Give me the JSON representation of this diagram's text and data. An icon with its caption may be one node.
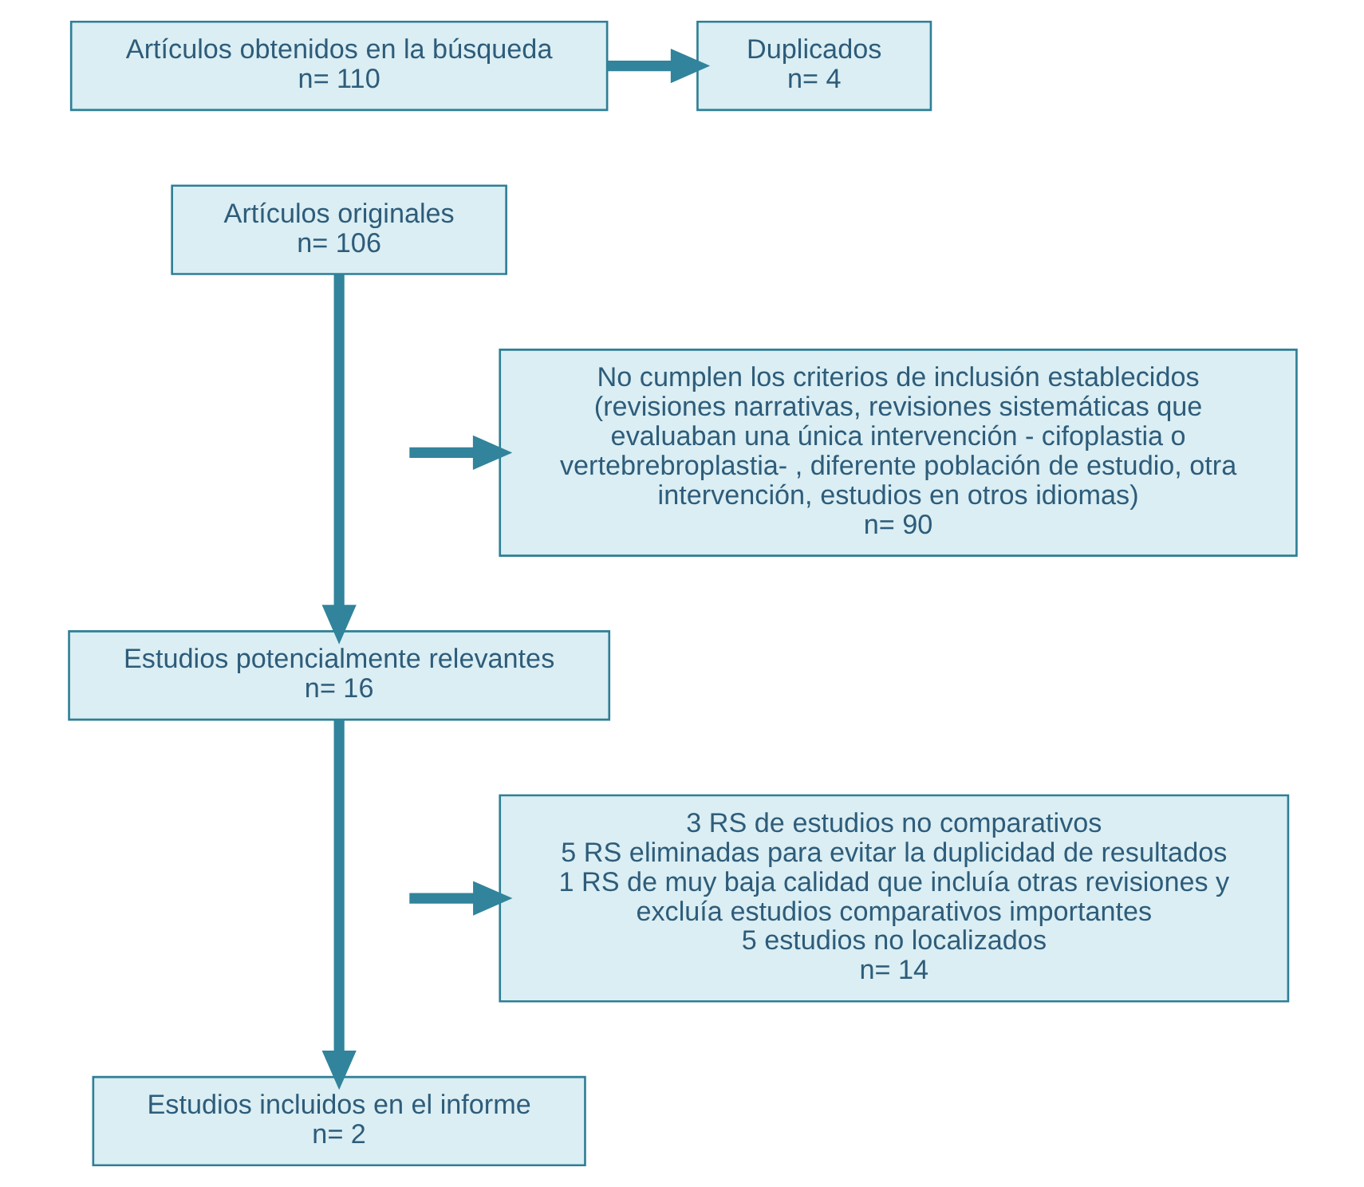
{
  "diagram": {
    "nodes": [
      {
        "text": [
          "Artículos obtenidos en la búsqueda",
          "n= 110"
        ]
      },
      {
        "text": [
          "Duplicados",
          "n= 4"
        ]
      },
      {
        "text": [
          "Artículos originales",
          "n= 106"
        ]
      },
      {
        "text": [
          "No cumplen los criterios de inclusión establecidos (revisiones narrativas, revisiones sistemáticas que evaluaban una única intervención - cifoplastia o vertebrebroplastia- , diferente población de estudio, otra intervención, estudios en otros idiomas)",
          "n= 90"
        ]
      },
      {
        "text": [
          "Estudios potencialmente relevantes",
          "n= 16"
        ]
      },
      {
        "text": [
          "3 RS de estudios no comparativos",
          "5 RS eliminadas para evitar la duplicidad de resultados",
          "1 RS de muy baja calidad que incluía otras revisiones y excluía estudios comparativos importantes",
          "5 estudios no localizados",
          "n= 14"
        ]
      },
      {
        "text": [
          "Estudios incluidos en el informe",
          "n= 2"
        ]
      }
    ],
    "edges": [
      {
        "from": 0,
        "to": 1,
        "arrow": "to"
      },
      {
        "from": 2,
        "to": 4,
        "arrow": "to"
      },
      {
        "from": null,
        "to": 3,
        "arrow": "to"
      },
      {
        "from": 4,
        "to": 6,
        "arrow": "to"
      },
      {
        "from": null,
        "to": 5,
        "arrow": "to"
      }
    ]
  }
}
